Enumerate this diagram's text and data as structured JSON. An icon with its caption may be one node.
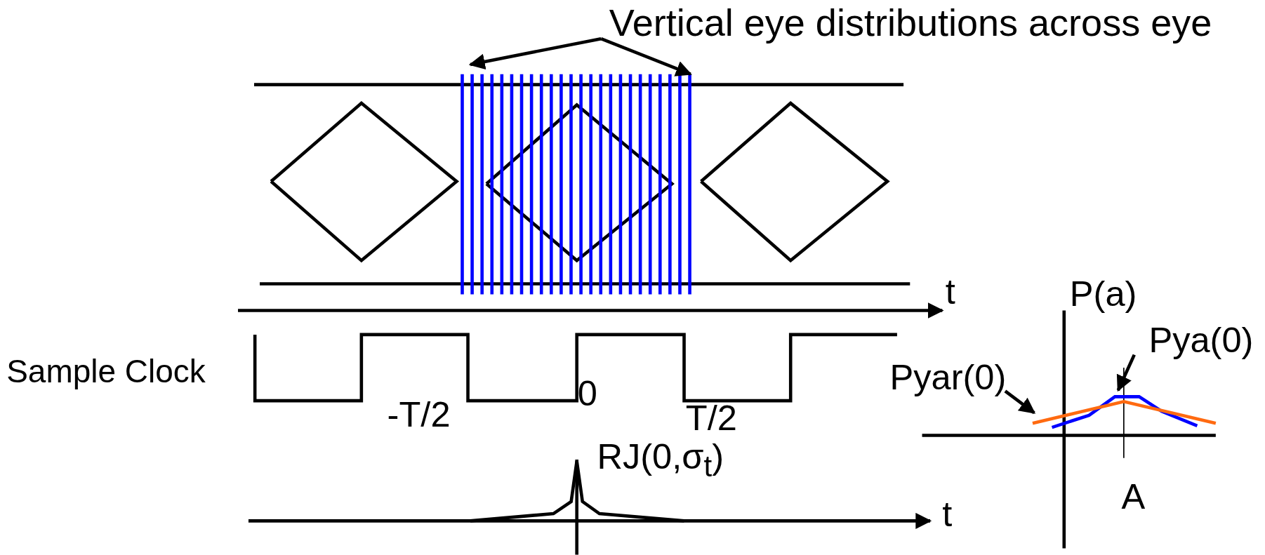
{
  "diagram": {
    "nodes": [
      {
        "text": [
          "Vertical eye distributions across eye"
        ]
      },
      {
        "text": [
          "Pyar(0)"
        ]
      },
      {
        "text": [
          "Pya(0)"
        ]
      }
    ],
    "edges": [
      {
        "from": 0,
        "to": null,
        "arrow": "to"
      },
      {
        "from": 0,
        "to": null,
        "arrow": "to"
      },
      {
        "from": 1,
        "to": null,
        "arrow": "to"
      },
      {
        "from": 2,
        "to": null,
        "arrow": "to"
      }
    ],
    "labels": [
      "t",
      "Sample Clock",
      "-T/2",
      "0",
      "T/2",
      "RJ(0,σ$_{t}$)",
      "t",
      "P(a)",
      "A"
    ]
  }
}
